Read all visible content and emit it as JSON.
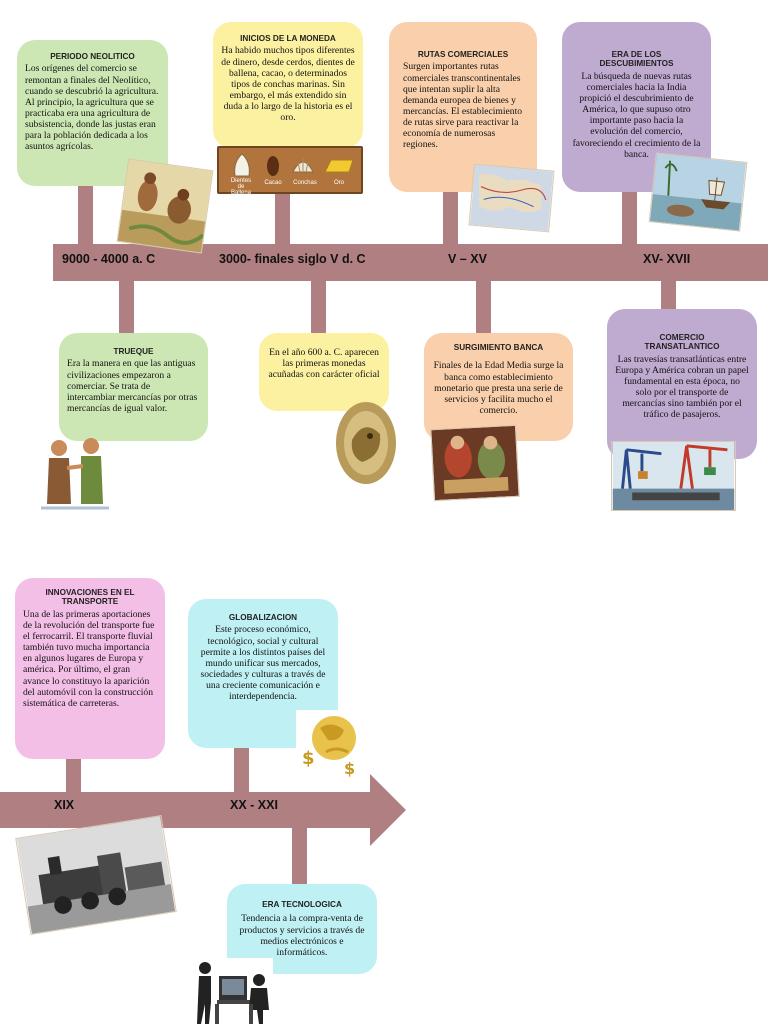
{
  "colors": {
    "timeline": "#b07f82",
    "green": "#cde7b4",
    "yellow": "#fbf1a1",
    "peach": "#f9d0ab",
    "purple": "#bfaad0",
    "pink": "#f4bfe6",
    "cyan": "#bff0f4"
  },
  "timeline1": {
    "periods": [
      "9000   -   4000 a. C",
      "3000- finales siglo V d. C",
      "V – XV",
      "XV- XVII"
    ]
  },
  "timeline2": {
    "periods": [
      "XIX",
      "XX  -  XXI"
    ]
  },
  "cards": {
    "neolitico": {
      "title": "PERIODO NEOLITICO",
      "text": "Los orígenes del comercio se remontan a finales del Neolítico, cuando se descubrió la agricultura. Al principio, la agricultura que se practicaba era una agricultura de subsistencia, donde las justas eran para la población dedicada a los asuntos agrícolas."
    },
    "moneda": {
      "title": "INICIOS DE LA MONEDA",
      "text": "Ha habido muchos tipos diferentes de dinero, desde cerdos, dientes de ballena, cacao, o determinados tipos de conchas marinas. Sin embargo, el más extendido sin duda a lo largo de la historia es el oro.",
      "items": [
        "Dientes de Ballena",
        "Cacao",
        "Conchas",
        "Oro"
      ]
    },
    "rutas": {
      "title": "RUTAS COMERCIALES",
      "text": "Surgen importantes rutas comerciales transcontinentales que intentan suplir la alta demanda europea de bienes y mercancías. El establecimiento de rutas sirve para reactivar la economía de numerosas regiones."
    },
    "descubrimientos": {
      "title": "ERA DE LOS DESCUBIMIENTOS",
      "text": "La búsqueda de nuevas rutas comerciales hacia la India propició el descubrimiento de América, lo que supuso otro importante paso hacia la evolución del comercio, favoreciendo el crecimiento de la banca."
    },
    "trueque": {
      "title": "TRUEQUE",
      "text": "Era la manera en que las antiguas civilizaciones empezaron a comerciar. Se trata de intercambiar mercancías por otras mercancías de igual valor."
    },
    "monedas600": {
      "text": "En el año 600 a. C. aparecen las primeras monedas acuñadas con carácter oficial"
    },
    "banca": {
      "title": "SURGIMIENTO BANCA",
      "text": "Finales de la Edad Media surge la banca como establecimiento monetario que presta una serie de servicios y facilita mucho el comercio."
    },
    "transatlantico": {
      "title": "COMERCIO TRANSATLANTICO",
      "text": "Las travesías transatlánticas entre Europa y América cobran un papel fundamental en esta época, no solo por el transporte de mercancías sino también por el tráfico de pasajeros."
    },
    "transporte": {
      "title": "INNOVACIONES EN EL TRANSPORTE",
      "text": "Una de las primeras aportaciones de la revolución del transporte fue el ferrocarril. El transporte fluvial también tuvo mucha importancia en algunos lugares de Europa y américa. Por último, el gran avance lo constituyo la aparición del automóvil con la construcción sistemática de carreteras."
    },
    "globalizacion": {
      "title": "GLOBALIZACION",
      "text": "Este proceso económico, tecnológico, social y cultural permite a los distintos países del mundo unificar sus mercados, sociedades y culturas a través de una creciente comunicación e interdependencia."
    },
    "tecnologica": {
      "title": "ERA TECNOLOGICA",
      "text": "Tendencia a la compra-venta de productos y servicios a través de medios electrónicos e informáticos."
    }
  }
}
